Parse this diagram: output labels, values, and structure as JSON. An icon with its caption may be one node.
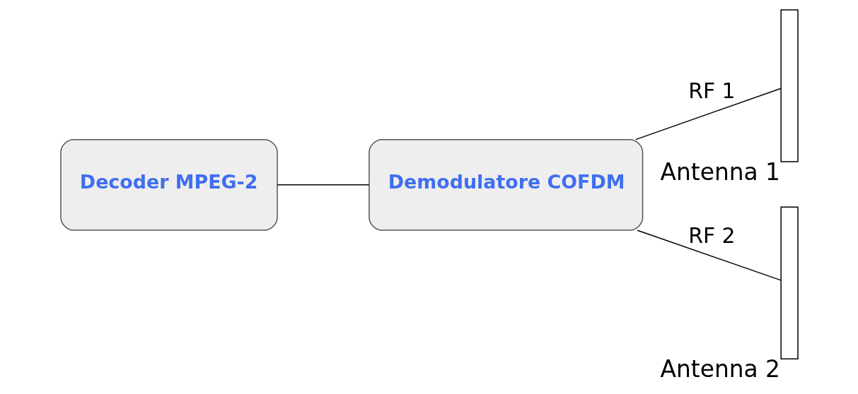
{
  "diagram": {
    "nodes": [
      {
        "text": [
          "Decoder MPEG-2"
        ]
      },
      {
        "text": [
          "Demodulatore COFDM"
        ]
      },
      {
        "text": [],
        "shape": "bar",
        "beside": [
          "Antenna 1"
        ]
      },
      {
        "text": [],
        "shape": "bar",
        "beside": [
          "Antenna 2"
        ]
      }
    ],
    "edges": [
      {
        "from": 0,
        "to": 1,
        "arrow": "none"
      },
      {
        "from": 1,
        "to": 2,
        "arrow": "none",
        "label": "RF 1"
      },
      {
        "from": 1,
        "to": 3,
        "arrow": "none",
        "label": "RF 2"
      }
    ]
  }
}
